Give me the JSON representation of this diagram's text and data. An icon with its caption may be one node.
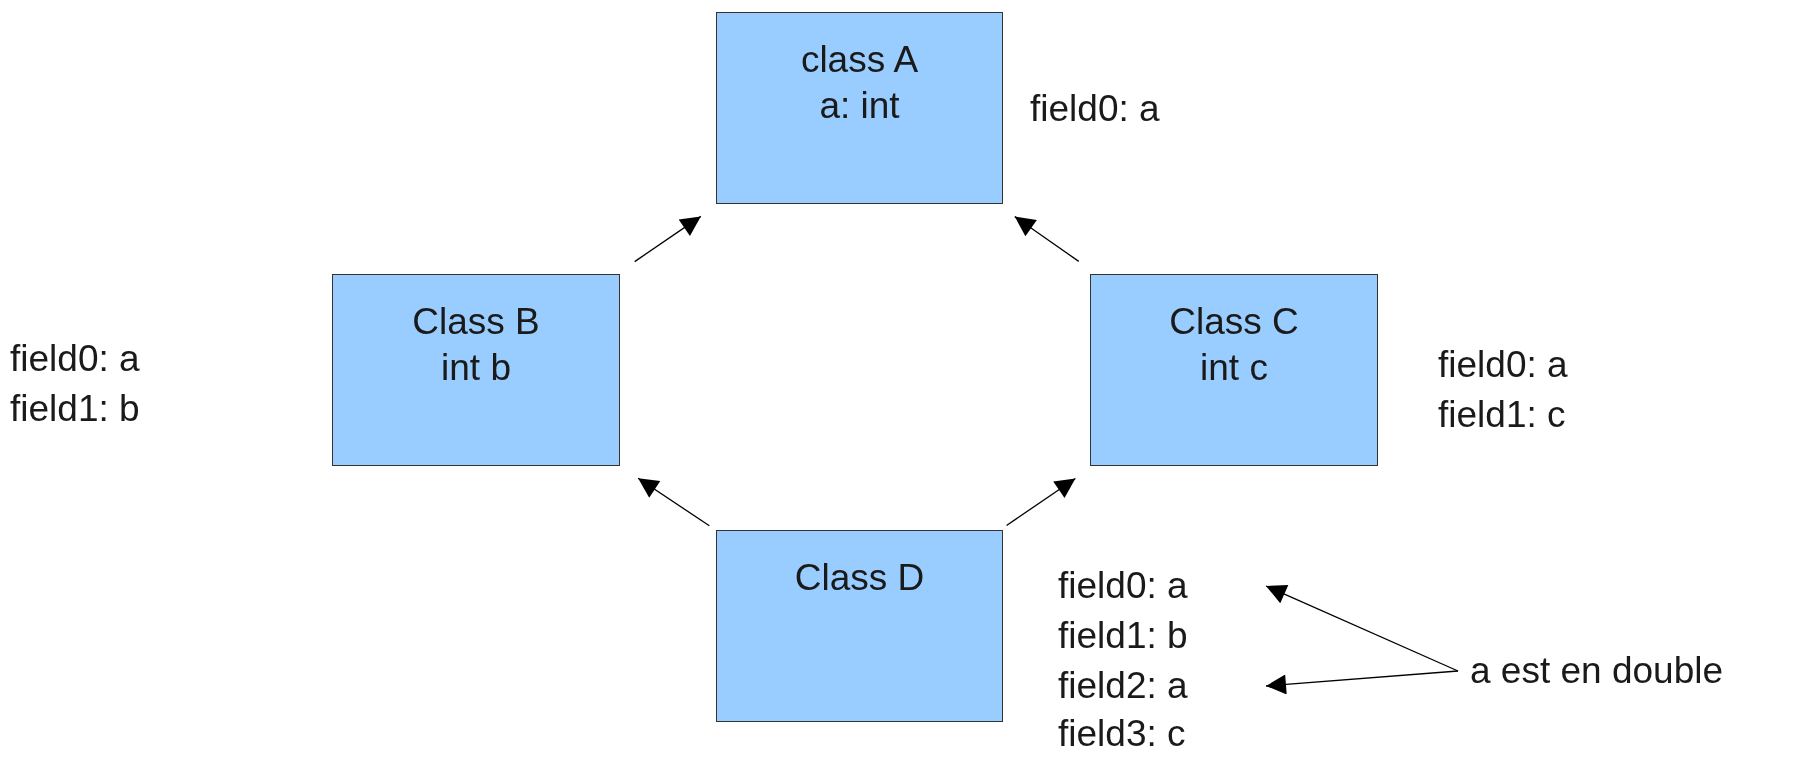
{
  "diagram": {
    "nodes": [
      {
        "text": [
          "class A",
          "a: int"
        ],
        "beside": [
          "field0: a"
        ]
      },
      {
        "text": [
          "Class B",
          "int b"
        ],
        "beside": [
          "field0: a",
          "field1: b"
        ]
      },
      {
        "text": [
          "Class C",
          "int c"
        ],
        "beside": [
          "field0: a",
          "field1: c"
        ]
      },
      {
        "text": [
          "Class D"
        ]
      },
      {
        "text": [
          "field0: a"
        ]
      },
      {
        "text": [
          "field1: b"
        ]
      },
      {
        "text": [
          "field2: a"
        ]
      },
      {
        "text": [
          "field3: c"
        ]
      },
      {
        "text": [
          "a est en double"
        ]
      }
    ],
    "edges": [
      {
        "from": 1,
        "to": 0,
        "arrow": "to"
      },
      {
        "from": 2,
        "to": 0,
        "arrow": "to"
      },
      {
        "from": 3,
        "to": 1,
        "arrow": "to"
      },
      {
        "from": 3,
        "to": 2,
        "arrow": "to"
      },
      {
        "from": 8,
        "to": 4,
        "arrow": "to"
      },
      {
        "from": 8,
        "to": 6,
        "arrow": "to"
      }
    ]
  }
}
